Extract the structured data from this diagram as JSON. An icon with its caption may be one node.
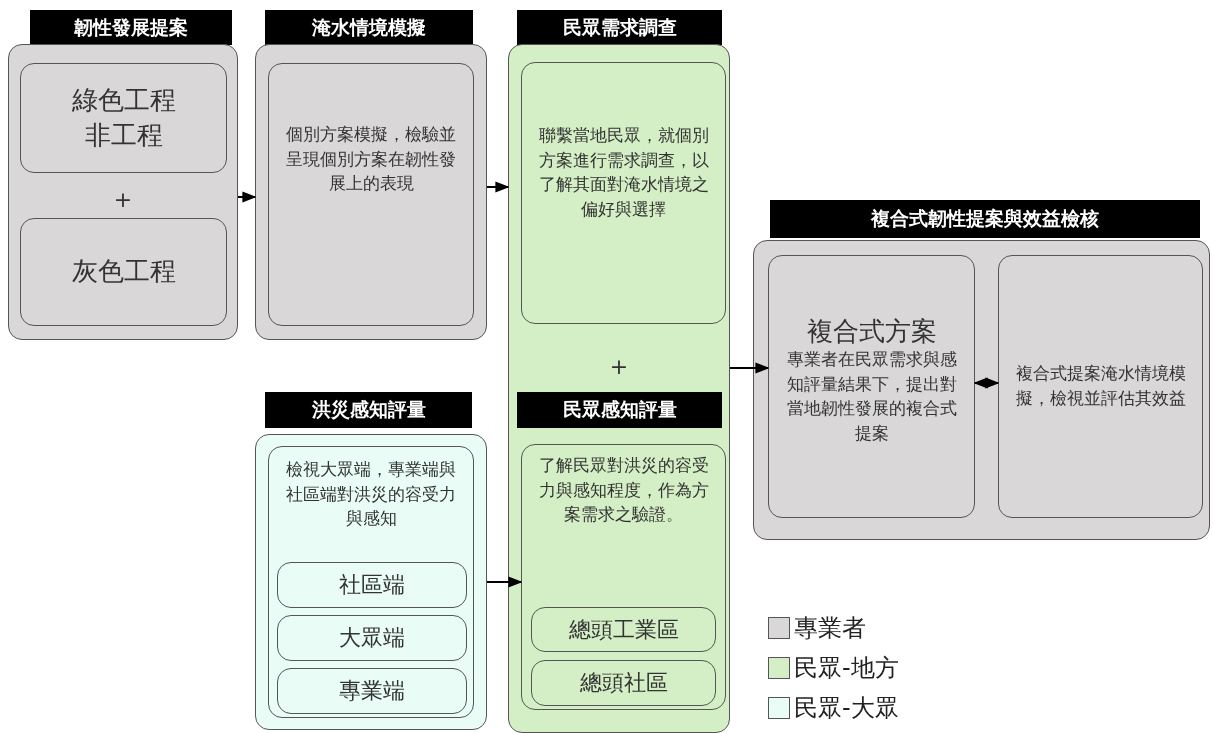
{
  "diagram": {
    "nodes": [
      {
        "text": [
          "韌性發展提案",
          "+"
        ]
      },
      {
        "text": [
          "綠色工程",
          "非工程"
        ],
        "in": 0
      },
      {
        "text": [
          "灰色工程"
        ],
        "in": 0
      },
      {
        "text": [
          "淹水情境模擬"
        ]
      },
      {
        "text": [
          "個別方案模擬，檢驗並呈現個別方案在韌性發展上的表現"
        ],
        "in": 3
      },
      {
        "text": [
          "民眾需求調查",
          "+"
        ]
      },
      {
        "text": [
          "聯繫當地民眾，就個別方案進行需求調查，以了解其面對淹水情境之偏好與選擇"
        ],
        "in": 5
      },
      {
        "text": [
          "民眾感知評量",
          "了解民眾對洪災的容受力與感知程度，作為方案需求之驗證。"
        ],
        "in": 5
      },
      {
        "text": [
          "總頭工業區"
        ],
        "in": 7
      },
      {
        "text": [
          "總頭社區"
        ],
        "in": 7
      },
      {
        "text": [
          "洪災感知評量"
        ]
      },
      {
        "text": [
          "檢視大眾端，專業端與社區端對洪災的容受力與感知"
        ],
        "in": 10
      },
      {
        "text": [
          "社區端"
        ],
        "in": 11
      },
      {
        "text": [
          "大眾端"
        ],
        "in": 11
      },
      {
        "text": [
          "專業端"
        ],
        "in": 11
      },
      {
        "text": [
          "複合式韌性提案與效益檢核"
        ]
      },
      {
        "text": [
          "複合式方案",
          "專業者在民眾需求與感知評量結果下，提出對當地韌性發展的複合式提案"
        ],
        "in": 15
      },
      {
        "text": [
          "複合式提案淹水情境模擬，檢視並評估其效益"
        ],
        "in": 15
      }
    ],
    "edges": [
      {
        "from": 0,
        "to": 3,
        "arrow": "to"
      },
      {
        "from": 3,
        "to": 5,
        "arrow": "to"
      },
      {
        "from": 5,
        "to": 16,
        "arrow": "to"
      },
      {
        "from": 16,
        "to": 17,
        "arrow": "both"
      },
      {
        "from": 10,
        "to": 7,
        "arrow": "to"
      }
    ],
    "legend": [
      {
        "text": "專業者",
        "color": "#d9d7d7"
      },
      {
        "text": "民眾-地方",
        "color": "#d4efc5"
      },
      {
        "text": "民眾-大眾",
        "color": "#e9fcf6"
      }
    ]
  }
}
